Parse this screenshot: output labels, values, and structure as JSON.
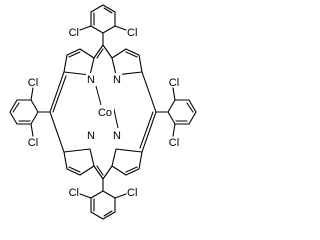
{
  "molecule": {
    "metal": "Co",
    "atoms": {
      "nitrogen": "N",
      "chlorine": "Cl"
    }
  },
  "colors": {
    "bond": "#000000",
    "background": "#ffffff"
  }
}
